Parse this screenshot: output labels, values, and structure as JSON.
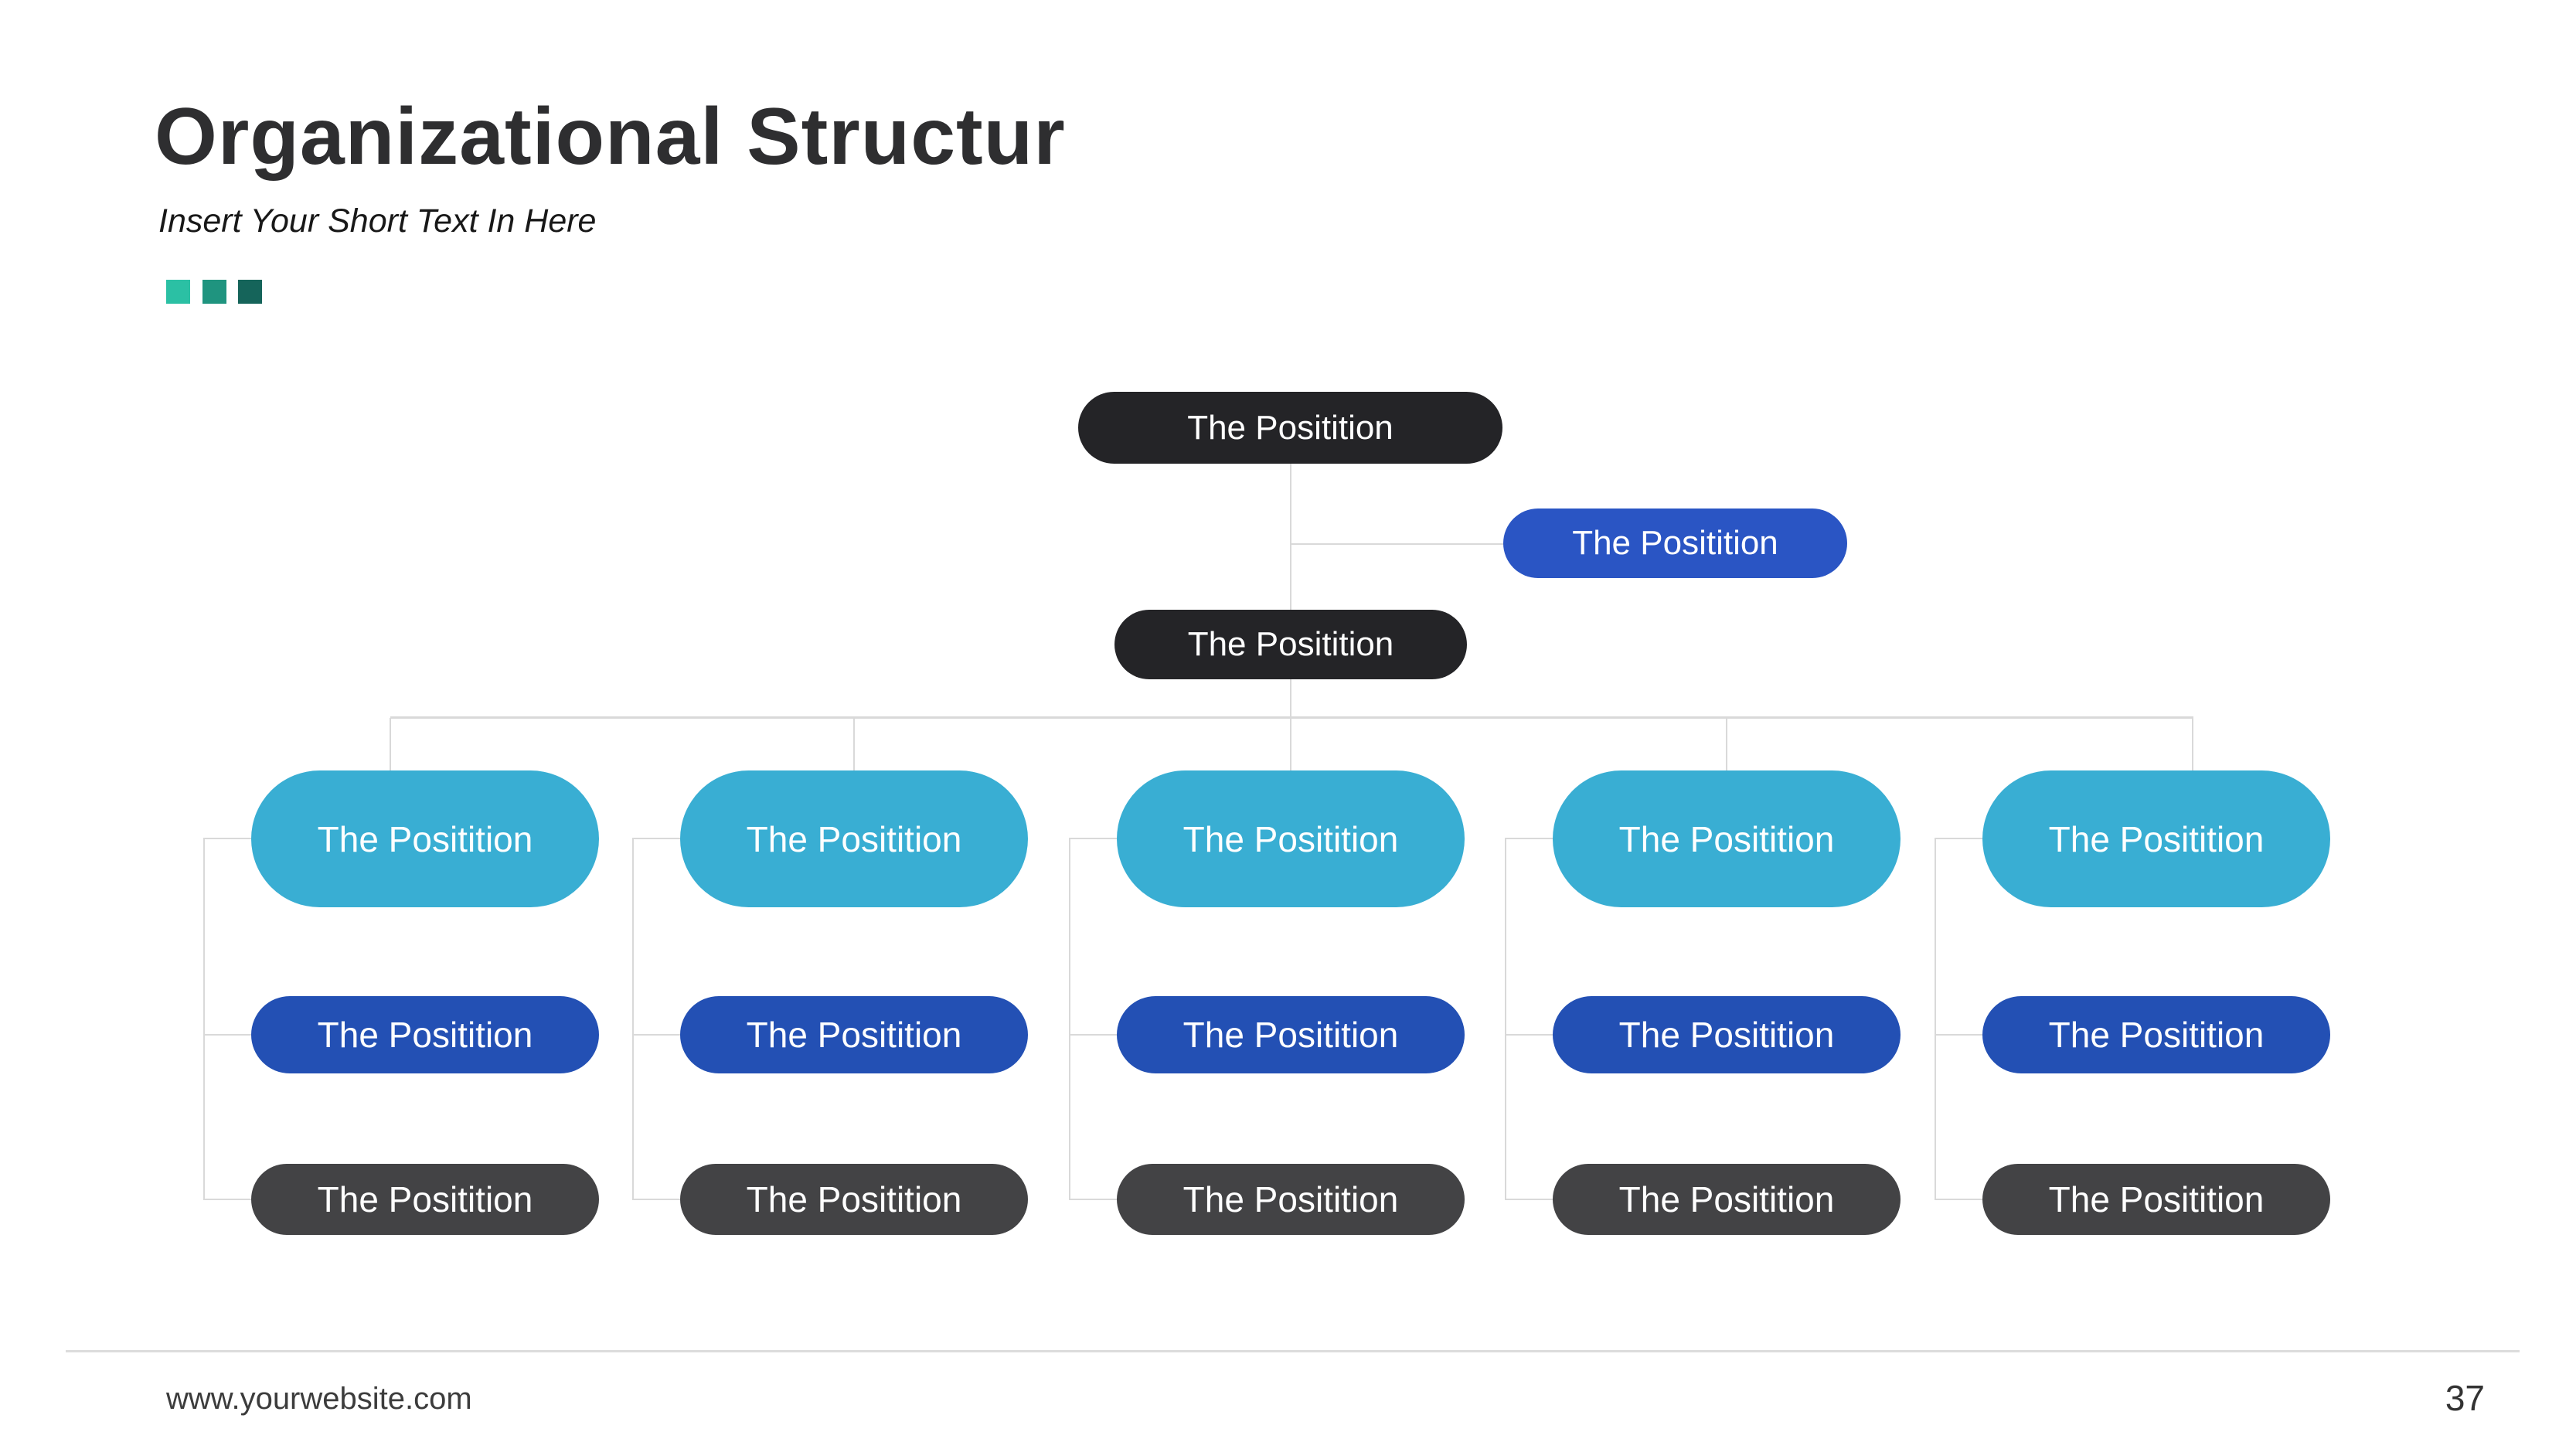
{
  "header": {
    "title": "Organizational Structur",
    "subtitle": "Insert Your Short Text In Here",
    "accent_colors": [
      "#2BC0A4",
      "#1F947F",
      "#15645A"
    ]
  },
  "chart": {
    "type": "org-chart",
    "root": {
      "label": "The Positition"
    },
    "assistant": {
      "label": "The Positition"
    },
    "manager": {
      "label": "The Positition"
    },
    "columns": [
      {
        "level1": "The Positition",
        "level2": "The Positition",
        "level3": "The Positition"
      },
      {
        "level1": "The Positition",
        "level2": "The Positition",
        "level3": "The Positition"
      },
      {
        "level1": "The Positition",
        "level2": "The Positition",
        "level3": "The Positition"
      },
      {
        "level1": "The Positition",
        "level2": "The Positition",
        "level3": "The Positition"
      },
      {
        "level1": "The Positition",
        "level2": "The Positition",
        "level3": "The Positition"
      }
    ],
    "colors": {
      "teal_node": "#39AED3",
      "blue_row_node": "#2350B4",
      "blue_assistant_node": "#2A55C4",
      "dark_top_node": "#242427",
      "dark_row_node": "#434345",
      "connector": "#D9D9D9"
    }
  },
  "footer": {
    "website": "www.yourwebsite.com",
    "page_number": "37"
  }
}
